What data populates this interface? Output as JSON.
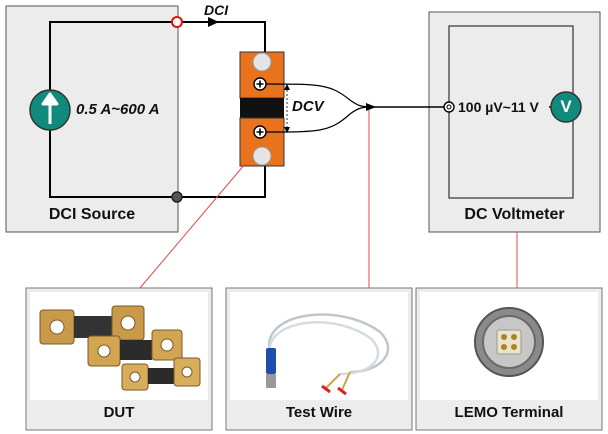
{
  "source": {
    "title": "DCI Source",
    "range": "0.5 A~600 A"
  },
  "wire_labels": {
    "current": "DCI",
    "voltage": "DCV"
  },
  "voltmeter": {
    "title": "DC Voltmeter",
    "range": "100 µV~11 V",
    "symbol": "V"
  },
  "panels": [
    {
      "caption": "DUT"
    },
    {
      "caption": "Test Wire"
    },
    {
      "caption": "LEMO Terminal"
    }
  ],
  "colors": {
    "shunt": "#e8731c",
    "meter_circle": "#0f8a7c",
    "source_circle": "#0f8a7c",
    "callout_line": "#e04a4a",
    "panel_bg": "#ececec"
  },
  "icons": [
    "plus-icon",
    "current-arrow-icon",
    "connector-icon"
  ]
}
